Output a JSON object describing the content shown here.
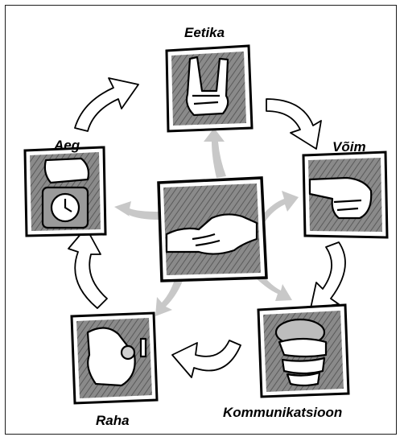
{
  "labels": {
    "top": "Eetika",
    "right": "Võim",
    "bottom_right": "Kommunikatsioon",
    "bottom_left": "Raha",
    "left": "Aeg"
  },
  "icons": {
    "top": "hand-rock-sign-icon",
    "right": "pointing-hand-icon",
    "bottom_right": "hand-over-mouth-icon",
    "bottom_left": "hand-with-coin-icon",
    "left": "hand-with-clock-icon",
    "center": "handshake-icon"
  },
  "colors": {
    "outer_arrow_fill": "#ffffff",
    "outer_arrow_stroke": "#000000",
    "inner_arrow_fill": "#c8c8c8",
    "frame_border": "#1c1c1c"
  }
}
